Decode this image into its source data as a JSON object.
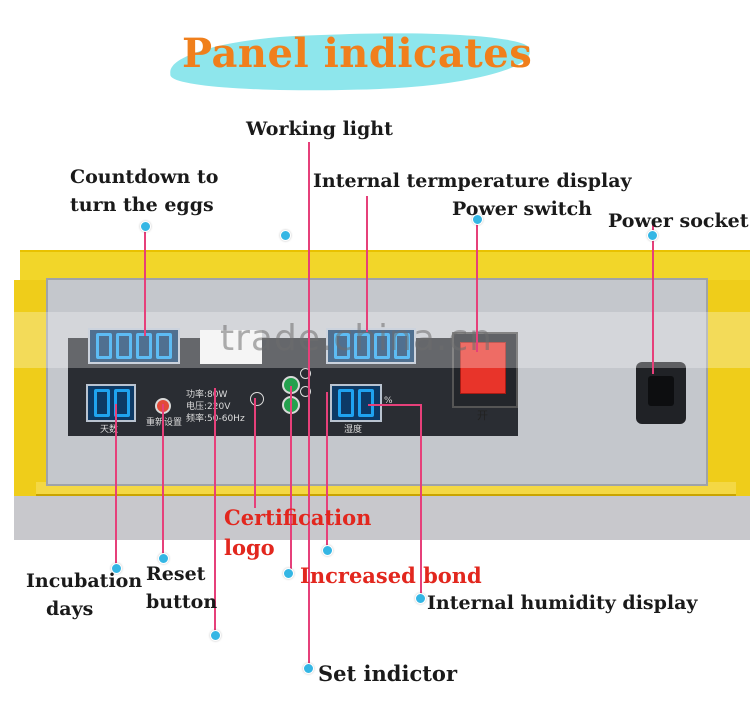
{
  "title": "Panel indicates",
  "labels": {
    "working_light": "Working light",
    "countdown_line1": "Countdown to",
    "countdown_line2": "turn the eggs",
    "internal_temp": "Internal termperature display",
    "power_switch": "Power switch",
    "power_socket": "Power socket",
    "certification_line1": "Certification",
    "certification_line2": "logo",
    "incubation_line1": "Incubation",
    "incubation_line2": "days",
    "reset_line1": "Reset",
    "reset_line2": "button",
    "increased_bond": "Increased bond",
    "internal_humidity": "Internal humidity display",
    "set_indictor": "Set indictor"
  },
  "panel": {
    "power_spec": "功率:80W",
    "voltage_spec": "电压:220V",
    "freq_spec": "频率:50-60Hz",
    "days_label": "天数",
    "reset_label": "重新设置",
    "humidity_label": "湿度",
    "switch_label": "开",
    "percent": "%"
  },
  "watermark": "trade.china.cn",
  "colors": {
    "title": "#f07f1c",
    "title_brush": "#8ee6ec",
    "callout_red": "#e2271e",
    "leader_line": "#e6407a",
    "dot": "#34b6e4",
    "machine_yellow": "#efcd1a",
    "led_blue": "#1fa3f0"
  }
}
